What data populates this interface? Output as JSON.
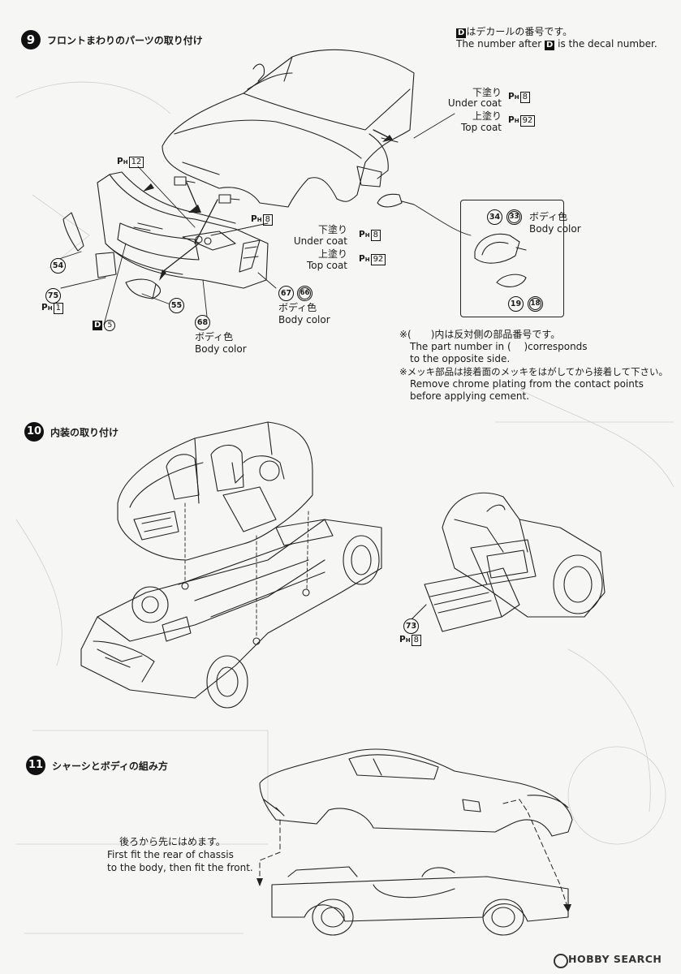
{
  "steps": {
    "s9": {
      "num": "9",
      "title": "フロントまわりのパーツの取り付け"
    },
    "s10": {
      "num": "10",
      "title": "内装の取り付け"
    },
    "s11": {
      "num": "11",
      "title": "シャーシとボディの組み方"
    }
  },
  "decal_note": {
    "jp": "はデカールの番号です。",
    "en_pre": "The number after",
    "en_post": "is the decal number.",
    "marker": "D"
  },
  "paint": {
    "under_jp": "下塗り",
    "under_en": "Under coat",
    "top_jp": "上塗り",
    "top_en": "Top coat",
    "prefix": "P",
    "sub": "H",
    "c8": "8",
    "c92": "92",
    "c12": "12",
    "c1": "1",
    "body_jp": "ボディ色",
    "body_en": "Body color"
  },
  "parts": {
    "p54": "54",
    "p75": "75",
    "p55": "55",
    "p68": "68",
    "p67": "67",
    "p66": "66",
    "p34": "34",
    "p33": "33",
    "p19": "19",
    "p18": "18",
    "p73": "73"
  },
  "decal5": "5",
  "notes": {
    "n1_jp": "※(　　)内は反対側の部品番号です。",
    "n1_en1": "The part number in (　 )corresponds",
    "n1_en2": "to the opposite side.",
    "n2_jp": "※メッキ部品は接着面のメッキをはがしてから接着して下さい。",
    "n2_en1": "Remove chrome plating from the contact points",
    "n2_en2": "before applying cement."
  },
  "s11_note": {
    "jp": "後ろから先にはめます。",
    "en1": "First fit the rear of chassis",
    "en2": "to the body, then fit the front."
  },
  "watermark": "HOBBY SEARCH"
}
